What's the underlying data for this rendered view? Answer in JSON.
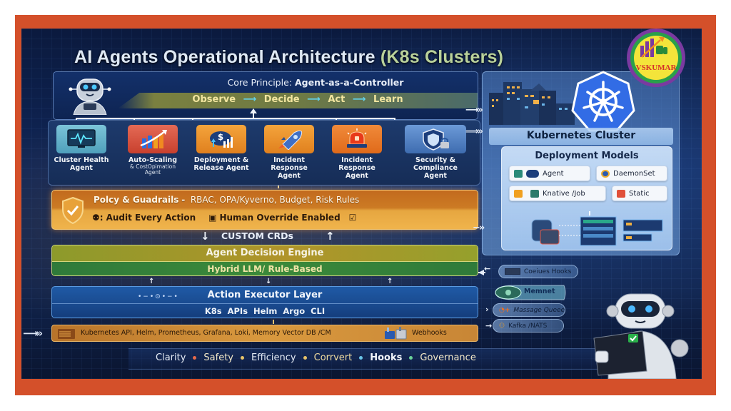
{
  "title": {
    "main": "AI Agents Operational Architecture",
    "accent": "(K8s Clusters)"
  },
  "logo": {
    "text": "VSKUMAR"
  },
  "core_principle": {
    "label": "Core Principle:",
    "value": "Agent-as-a-Controller",
    "flow": [
      "Observe",
      "Decide",
      "Act",
      "Learn"
    ],
    "flow_arrow": "⟶"
  },
  "agents": [
    {
      "name": "Cluster Health Agent",
      "sub": "",
      "icon": "monitor-pulse-icon",
      "color": "#4fa8c4"
    },
    {
      "name": "Auto-Scaling",
      "sub": "& CostOpimation Agent",
      "icon": "bar-chart-up-icon",
      "color": "#d0503c"
    },
    {
      "name": "Deployment & Release Agent",
      "sub": "",
      "icon": "dollar-cloud-icon",
      "color": "#e8902a"
    },
    {
      "name": "Incident Response Agent",
      "sub": "",
      "icon": "rocket-icon",
      "color": "#e8902a"
    },
    {
      "name": "Incident Response Agent",
      "sub": "",
      "icon": "alarm-siren-icon",
      "color": "#e87a22"
    },
    {
      "name": "Security & Compliance Agent",
      "sub": "",
      "icon": "shield-lock-icon",
      "color": "#4c7cc0"
    }
  ],
  "policy": {
    "title": "Polcy & Guadrails",
    "separator": "-",
    "rules": "RBAC, OPA/Kyverno, Budget, Risk  Rules",
    "audit_prefix": "⚉:",
    "audit": "Audit Every Action",
    "override": "Human Override Enabled"
  },
  "crds": {
    "label": "CUSTOM CRDs"
  },
  "decision_engine": {
    "title": "Agent Decision Engine",
    "subtitle": "Hybrid LLM/ Rule-Based"
  },
  "executor": {
    "title": "Action Executor Layer",
    "tools": "K8s APIs  Helm  Argo  CLI"
  },
  "integrations": {
    "list": "Kubernetes API, Helm, Prometheus, Grafana, Loki, Memory  Vector DB /CM",
    "webhooks": "Webhooks"
  },
  "values": [
    {
      "label": "Clarity",
      "dot": "#e86a4a",
      "color": "#e4ebf5"
    },
    {
      "label": "Safety",
      "dot": "#e8c46a",
      "color": "#f2e8c8"
    },
    {
      "label": "Efficiency",
      "dot": "#e8c46a",
      "color": "#e4ebf5"
    },
    {
      "label": "Corrvert",
      "dot": "#6ac6e8",
      "color": "#f0dca0"
    },
    {
      "label": "Hooks",
      "dot": "#6ad49a",
      "color": "#f2f6fc"
    },
    {
      "label": "Governance",
      "dot": "",
      "color": "#f2e8c8"
    }
  ],
  "kubernetes": {
    "title": "Kubernetes Cluster",
    "deployment_title": "Deployment Models",
    "models": [
      {
        "label": "Agent",
        "icon": "database-agent-icon"
      },
      {
        "label": "DaemonSet",
        "icon": "daemonset-icon"
      },
      {
        "label": "Knative /Job",
        "icon": "knative-job-icon"
      },
      {
        "label": "Static",
        "icon": "static-cube-icon"
      }
    ],
    "side": {
      "hooks": "Coeiues Hooks",
      "memnet": "Memnet",
      "queue": "Massage Queee",
      "kafka": "Kafka /NATS"
    }
  },
  "colors": {
    "frame": "#d4502a",
    "k8s_blue": "#326ce5",
    "policy_orange": "#cc7b24",
    "engine_green": "#3b8a3a",
    "executor_blue": "#1a4b90"
  }
}
